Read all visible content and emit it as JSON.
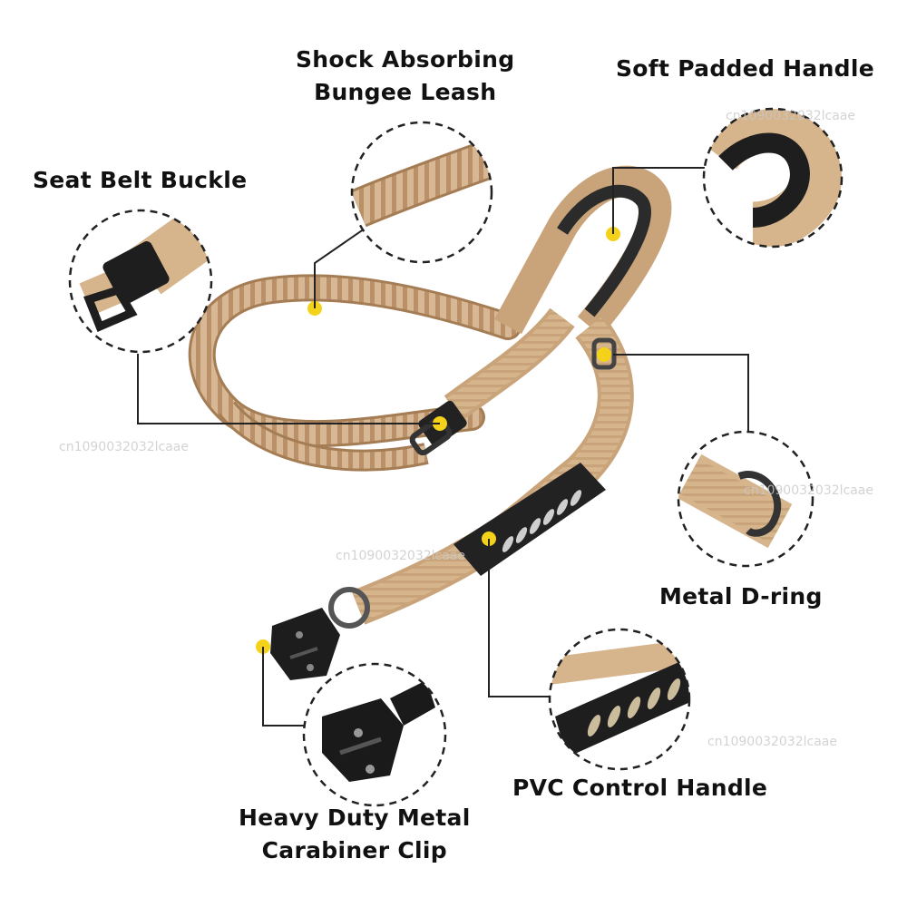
{
  "features": {
    "shock_absorbing": {
      "line1": "Shock Absorbing",
      "line2": "Bungee Leash"
    },
    "soft_handle": {
      "line1": "Soft Padded Handle"
    },
    "seat_belt": {
      "line1": "Seat Belt Buckle"
    },
    "d_ring": {
      "line1": "Metal D-ring"
    },
    "pvc_handle": {
      "line1": "PVC Control Handle"
    },
    "carabiner": {
      "line1": "Heavy Duty Metal",
      "line2": "Carabiner Clip"
    }
  },
  "watermarks": {
    "w1": "cn1090032032lcaae",
    "w2": "cn1090032032lcaae",
    "w3": "cn1090032032lcaae",
    "w4": "cn1090032032lcaae",
    "w5": "cn1090032032lcaae",
    "w6": "cn1090032032lcaae"
  },
  "colors": {
    "webbing": "#d6b48c",
    "bungee": "#d8b894",
    "dark": "#2a2a2a",
    "marker": "#f5d21a"
  }
}
